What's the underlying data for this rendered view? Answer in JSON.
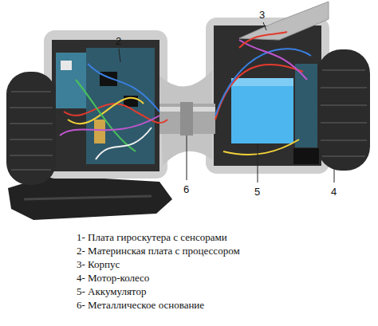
{
  "diagram": {
    "labels": [
      "3",
      "2",
      "6",
      "5",
      "4",
      "1- Плата гироскутера с сенсорами",
      "2- Материнская плата с процессором",
      "3- Корпус",
      "4- Мотор-колесо",
      "5- Аккумулятор",
      "6- Металлическое основание"
    ]
  }
}
